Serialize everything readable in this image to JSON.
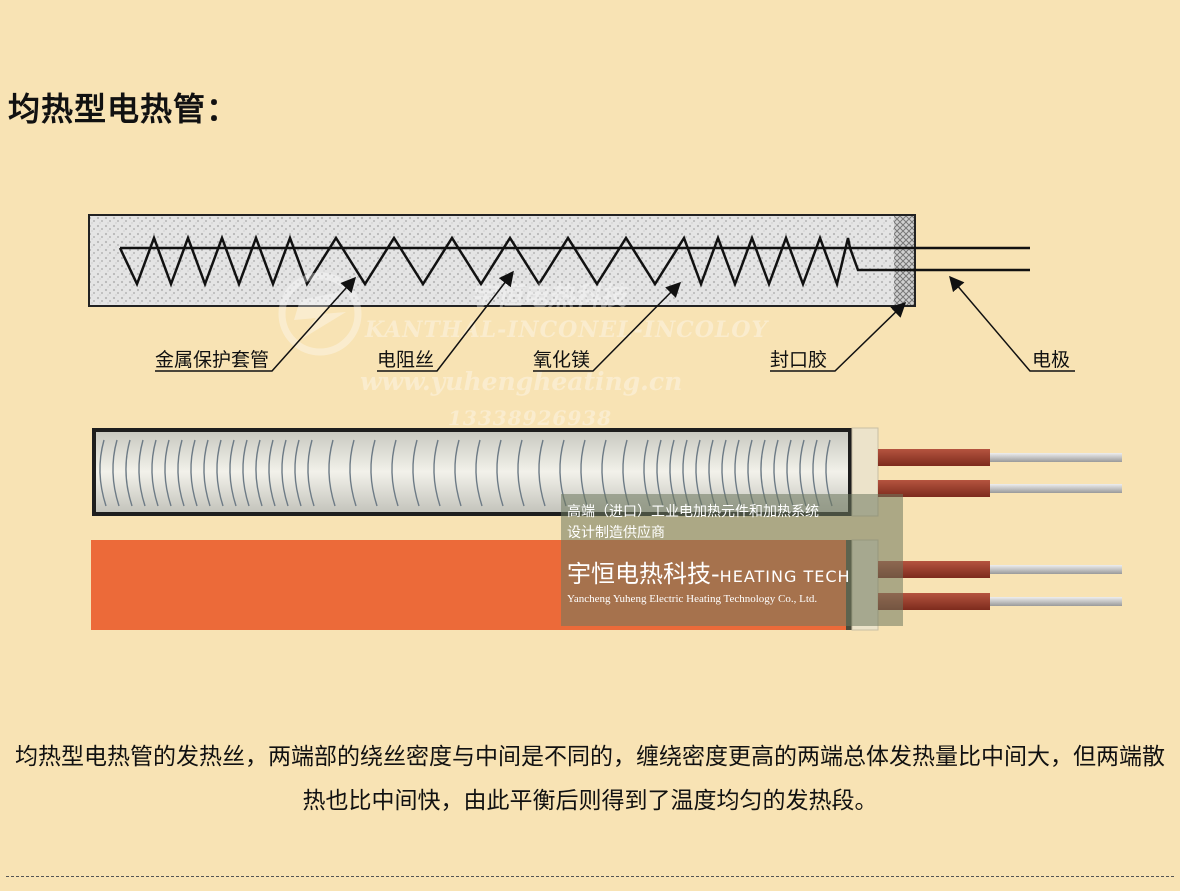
{
  "title": "均热型电热管：",
  "labels": {
    "sheath": "金属保护套管",
    "wire": "电阻丝",
    "mgo": "氧化镁",
    "seal": "封口胶",
    "electrode": "电极"
  },
  "watermark": {
    "company_cn": "宇恒电热科技",
    "alloys": "KANTHAL-INCONEL-INCOLOY",
    "url": "www.yuhengheating.cn",
    "phone": "13338926938"
  },
  "overlay": {
    "line1": "高端（进口）工业电加热元件和加热系统",
    "line2": "设计制造供应商",
    "brand_cn": "宇恒电热科技-",
    "brand_en": "HEATING TECH",
    "company_en": "Yancheng Yuheng Electric Heating Technology Co., Ltd."
  },
  "description": "均热型电热管的发热丝，两端部的绕丝密度与中间是不同的，缠绕密度更高的两端总体发热量比中间大，但两端散热也比中间快，由此平衡后则得到了温度均匀的发热段。",
  "colors": {
    "background": "#f8e3b4",
    "heated_tube": "#ec6a39",
    "lead_wire": "#9c3c2a",
    "pin": "#c8c8c8"
  },
  "icons": {
    "logo": "yuheng-logo-icon"
  }
}
